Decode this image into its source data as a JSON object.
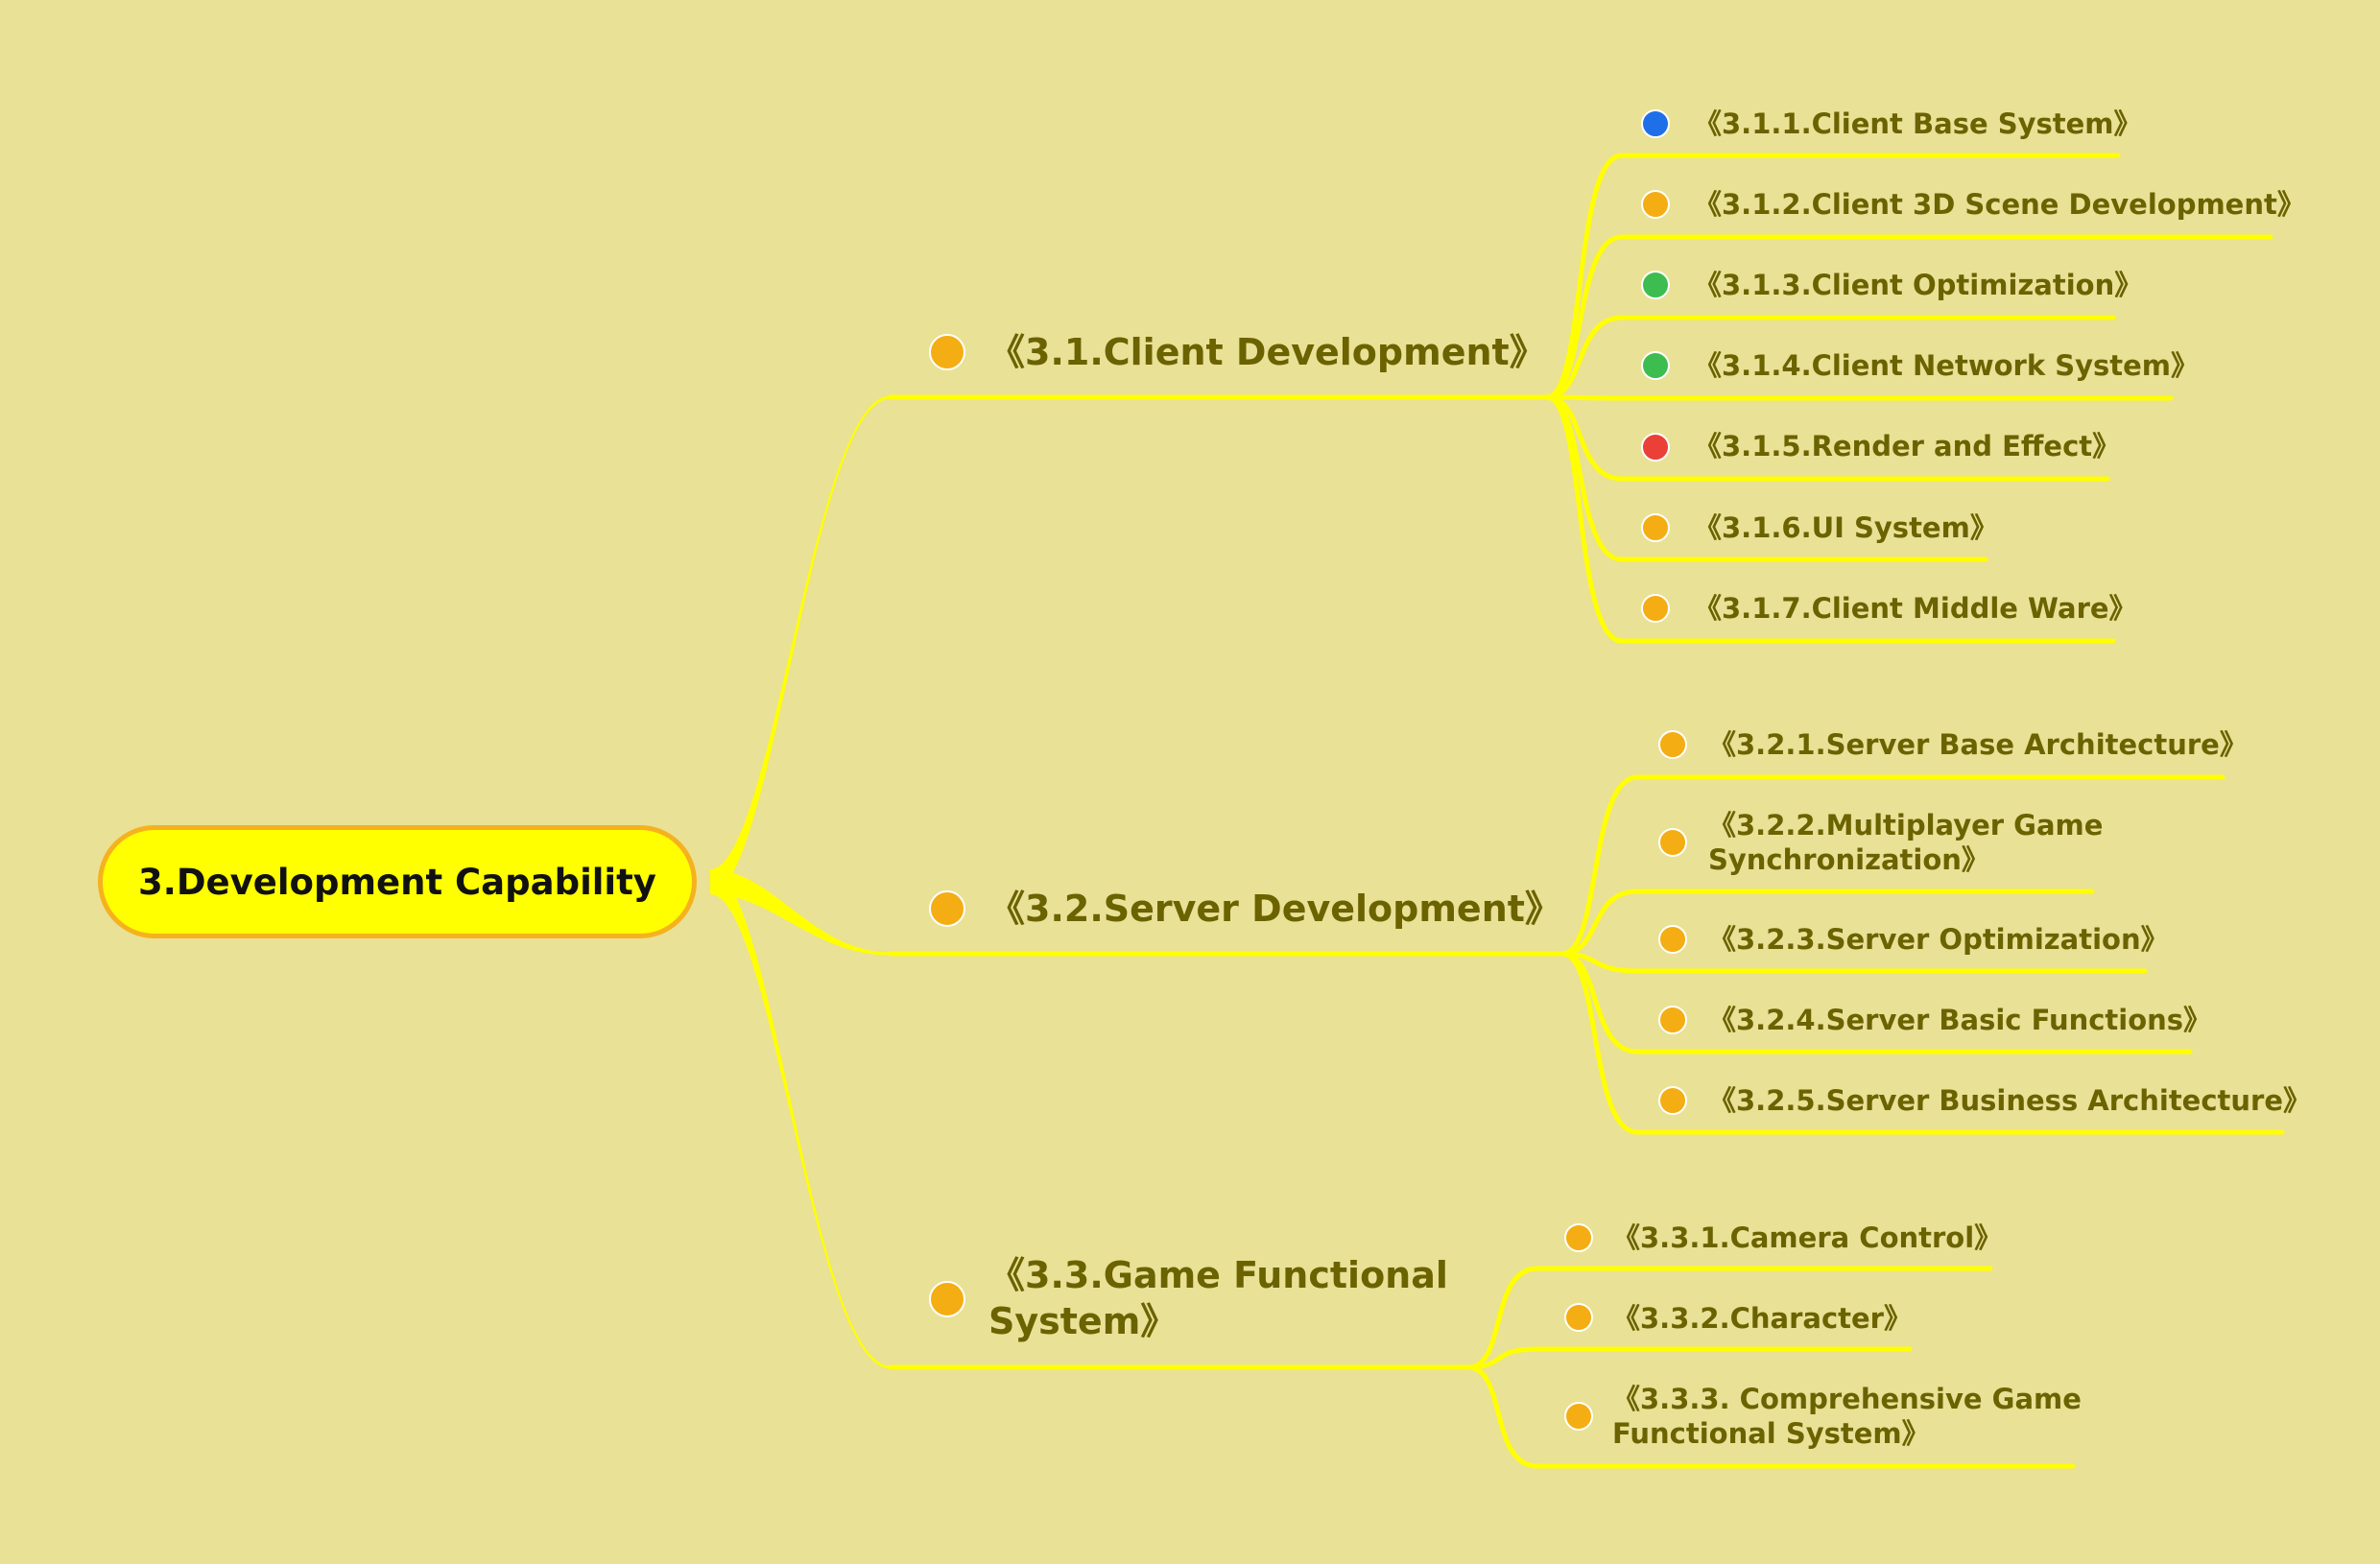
{
  "colors": {
    "background": "#e9e196",
    "branch": "#ffff00",
    "root_fill": "#ffff00",
    "root_border": "#f5b21e",
    "text": "#6b6200",
    "dot_orange": "#f5ad14",
    "dot_blue": "#1f6fe8",
    "dot_green": "#3dbd4f",
    "dot_red": "#ea4038"
  },
  "root": {
    "label": "3.Development Capability"
  },
  "branches": [
    {
      "label_lines": [
        "《3.1.Client Development》"
      ],
      "dot_icon": "orange-circle-icon",
      "children": [
        {
          "label_lines": [
            "《3.1.1.Client Base System》"
          ],
          "dot_icon": "blue-circle-icon"
        },
        {
          "label_lines": [
            "《3.1.2.Client 3D Scene Development》"
          ],
          "dot_icon": "orange-circle-icon"
        },
        {
          "label_lines": [
            "《3.1.3.Client Optimization》"
          ],
          "dot_icon": "green-circle-icon"
        },
        {
          "label_lines": [
            "《3.1.4.Client Network System》"
          ],
          "dot_icon": "green-circle-icon"
        },
        {
          "label_lines": [
            "《3.1.5.Render and Effect》"
          ],
          "dot_icon": "red-circle-icon"
        },
        {
          "label_lines": [
            "《3.1.6.UI System》"
          ],
          "dot_icon": "orange-circle-icon"
        },
        {
          "label_lines": [
            "《3.1.7.Client Middle Ware》"
          ],
          "dot_icon": "orange-circle-icon"
        }
      ]
    },
    {
      "label_lines": [
        "《3.2.Server Development》"
      ],
      "dot_icon": "orange-circle-icon",
      "children": [
        {
          "label_lines": [
            "《3.2.1.Server Base Architecture》"
          ],
          "dot_icon": "orange-circle-icon"
        },
        {
          "label_lines": [
            "《3.2.2.Multiplayer Game",
            "Synchronization》"
          ],
          "dot_icon": "orange-circle-icon"
        },
        {
          "label_lines": [
            "《3.2.3.Server Optimization》"
          ],
          "dot_icon": "orange-circle-icon"
        },
        {
          "label_lines": [
            "《3.2.4.Server Basic Functions》"
          ],
          "dot_icon": "orange-circle-icon"
        },
        {
          "label_lines": [
            "《3.2.5.Server Business Architecture》"
          ],
          "dot_icon": "orange-circle-icon"
        }
      ]
    },
    {
      "label_lines": [
        "《3.3.Game Functional",
        "System》"
      ],
      "dot_icon": "orange-circle-icon",
      "children": [
        {
          "label_lines": [
            "《3.3.1.Camera Control》"
          ],
          "dot_icon": "orange-circle-icon"
        },
        {
          "label_lines": [
            "《3.3.2.Character》"
          ],
          "dot_icon": "orange-circle-icon"
        },
        {
          "label_lines": [
            "《3.3.3. Comprehensive Game",
            "Functional System》"
          ],
          "dot_icon": "orange-circle-icon"
        }
      ]
    }
  ]
}
